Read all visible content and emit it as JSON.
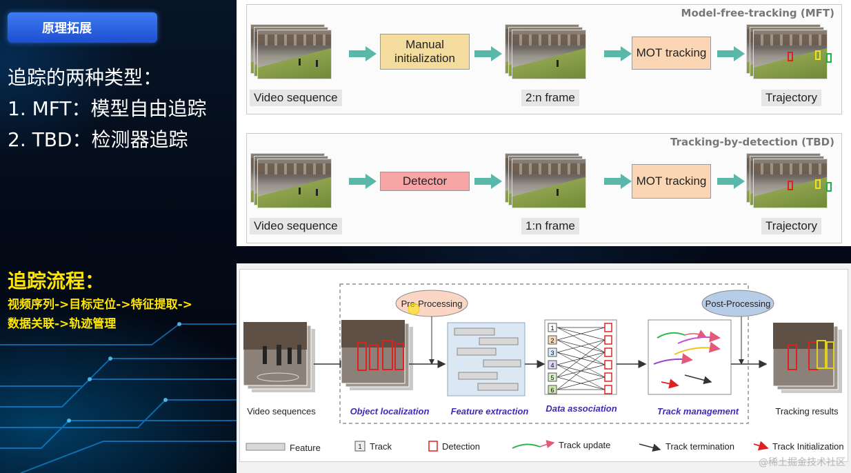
{
  "badge": "原理拓展",
  "left": {
    "heading": "追踪的两种类型：",
    "item1": "1. MFT：模型自由追踪",
    "item2": "2. TBD：检测器追踪",
    "flow_title": "追踪流程：",
    "flow_line1": "视频序列->目标定位->特征提取->",
    "flow_line2": "数据关联->轨迹管理"
  },
  "mft": {
    "title": "Model-free-tracking (MFT)",
    "video_label": "Video sequence",
    "step1": "Manual initialization",
    "frame_label": "2:n   frame",
    "step2": "MOT tracking",
    "traj_label": "Trajectory"
  },
  "tbd": {
    "title": "Tracking-by-detection (TBD)",
    "video_label": "Video sequence",
    "step1": "Detector",
    "frame_label": "1:n   frame",
    "step2": "MOT tracking",
    "traj_label": "Trajectory"
  },
  "pipeline": {
    "pre": "Pre-Processing",
    "post": "Post-Processing",
    "stages": [
      "Video sequences",
      "Object localization",
      "Feature extraction",
      "Data association",
      "Track management",
      "Tracking results"
    ],
    "track_ids": [
      "1",
      "2",
      "3",
      "4",
      "5",
      "6"
    ],
    "legend": {
      "feature": "Feature",
      "track_num": "1",
      "track": "Track",
      "detection": "Detection",
      "update": "Track update",
      "termination": "Track termination",
      "initialization": "Track Initialization"
    },
    "watermark": "@稀土掘金技术社区",
    "colors": {
      "stage_label": "#3d2bb5",
      "track_init": "#e02020",
      "detection": "#e02020"
    }
  }
}
